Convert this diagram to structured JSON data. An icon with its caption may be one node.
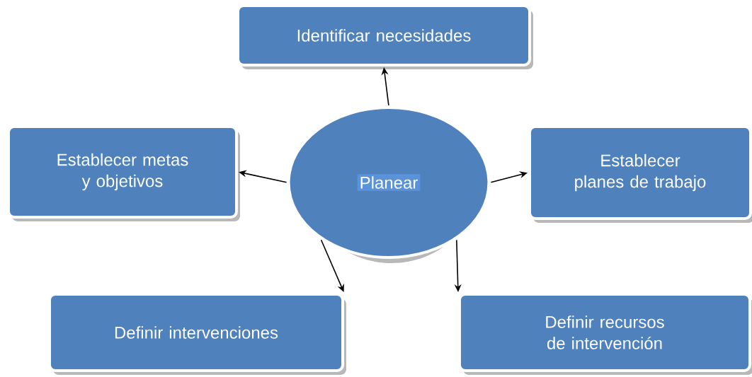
{
  "diagram": {
    "nodes": [
      {
        "text": [
          "Planear"
        ]
      },
      {
        "text": [
          "Identificar necesidades"
        ]
      },
      {
        "text": [
          "Establecer metas y objetivos"
        ]
      },
      {
        "text": [
          "Establecer planes de trabajo"
        ]
      },
      {
        "text": [
          "Definir intervenciones"
        ]
      },
      {
        "text": [
          "Definir recursos de intervención"
        ]
      }
    ],
    "edges": [
      {
        "from": 0,
        "to": 1,
        "arrow": "to"
      },
      {
        "from": 0,
        "to": 2,
        "arrow": "to"
      },
      {
        "from": 0,
        "to": 3,
        "arrow": "to"
      },
      {
        "from": 0,
        "to": 4,
        "arrow": "to"
      },
      {
        "from": 0,
        "to": 5,
        "arrow": "to"
      }
    ]
  }
}
